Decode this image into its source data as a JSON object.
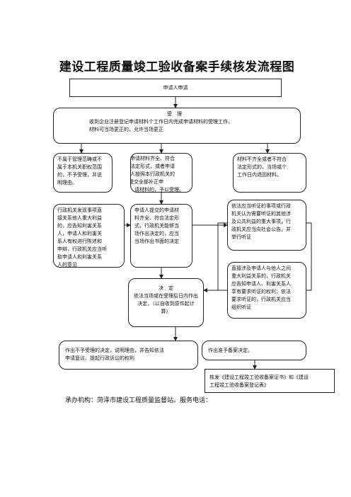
{
  "title": "建设工程质量竣工验收备案手续核发流程图",
  "applicant": "申请人申请",
  "accept": {
    "heading": "受　理",
    "lines": [
      "收到企业注册登记申请材料个工作日内完成申请材料的受理工作，",
      "材料可当场更正的，允许当场更正"
    ]
  },
  "reject_scope": [
    "不属于管理范畴或不",
    "属于本机关职权范围",
    "的，不予受理，并说",
    "明理由。"
  ],
  "complete": [
    "申请材料齐全、符合",
    "法定形式，或者申请",
    "人按照本行政机关的",
    "要求提交全部补正申",
    "请材料的，予以受理。"
  ],
  "incomplete": [
    "材料不齐全或者不符合",
    "法定形式的，当场或个",
    "工作日内退回材料。"
  ],
  "major_interest": [
    "行政机关发现事项直",
    "接关系他人重大利益",
    "的，应告知利害关系",
    "人，申请人和利害关",
    "系人有权进行陈述和",
    "申辩，行政机关应当听",
    "取申请人和利害关系",
    "人的意见"
  ],
  "review": [
    "申请人提交的申请材",
    "料齐全、符合法定形",
    "式，行政机关能够当",
    "场作出决定的，应当",
    "当场作出书面的决定"
  ],
  "hearing_public": [
    "依法应当听证的事项或行政",
    "机关认为需要听证的其他涉",
    "及公共利益的重大事项，行",
    "政机关应当向社会公告，并",
    "举行听证"
  ],
  "hearing_direct": [
    "直接涉及申请人与他人之间",
    "重大利益关系的，行政机关",
    "应告知申请人、利害关系人",
    "享有要求听证的权利；依法",
    "要求听证的，行政机关应当",
    "组织听证"
  ],
  "decision": {
    "heading": "决　定",
    "lines": [
      "依法当场或在受理后日内作出",
      "决定，（以自收到原件起计",
      "算）"
    ]
  },
  "deny": [
    "作出不予受理的决定，说明理由，并告知依法",
    "申请复议、提起行政诉讼的权利"
  ],
  "approve": "作出准予备案决定。",
  "issue": [
    "核发《建设工程竣工验收备案证书》和《建设",
    "工程竣工验收备案登记表》"
  ],
  "footer": "承办机构：菏泽市建设工程质量监督站。服务电话："
}
